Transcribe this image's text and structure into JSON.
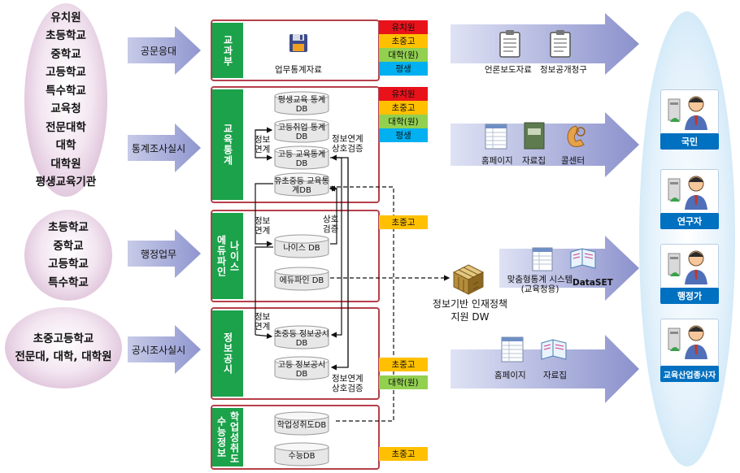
{
  "sources": {
    "group1": [
      "유치원",
      "초등학교",
      "중학교",
      "고등학교",
      "특수학교",
      "교육청",
      "전문대학",
      "대학",
      "대학원",
      "평생교육기관"
    ],
    "group2": [
      "초등학교",
      "중학교",
      "고등학교",
      "특수학교"
    ],
    "group3": [
      "초중고등학교",
      "전문대, 대학, 대학원"
    ]
  },
  "arrows": [
    "공문응대",
    "통계조사실시",
    "행정업무",
    "공시조사실시"
  ],
  "panels": {
    "moe": {
      "tab": "교과부",
      "item": "업무통계자료"
    },
    "edu_stats": {
      "tab": "교육통계",
      "dbs": [
        "평생교육 통계DB",
        "고등취업 통계DB",
        "고등 교육통계DB",
        "유초중등 교육통계DB"
      ],
      "link_left": "정보 연계",
      "link_right_top": "정보연계",
      "link_right_bottom": "상호검증"
    },
    "neis": {
      "tab_a": "에듀파인",
      "tab_b": "나이스",
      "dbs": [
        "나이스 DB",
        "에듀파인 DB"
      ],
      "link_left": "정보 연계",
      "link_right": "상호 검증"
    },
    "disclosure": {
      "tab": "정보공시",
      "dbs": [
        "초중등 정보공시DB",
        "고등 정보공시DB"
      ],
      "link_left": "정보 연계",
      "link_right_top": "정보연계",
      "link_right_bottom": "상호검증"
    },
    "csat": {
      "tab_a": "수능정보",
      "tab_b": "학업성취도",
      "dbs": [
        "학업성취도DB",
        "수능DB"
      ]
    }
  },
  "badges": {
    "b1": [
      "유치원",
      "초중고",
      "대학(원)",
      "평생"
    ],
    "b2": [
      "유치원",
      "초중고",
      "대학(원)",
      "평생"
    ],
    "b3": [
      "초중고"
    ],
    "b4": [
      "초중고",
      "대학(원)"
    ],
    "b5": [
      "초중고"
    ]
  },
  "colors": {
    "유치원": "#e8121b",
    "초중고": "#ffc000",
    "대학(원)": "#92d050",
    "평생": "#00b0f0"
  },
  "outputs": {
    "o1": [
      "언론보도자료",
      "정보공개청구"
    ],
    "o2": [
      "홈페이지",
      "자료집",
      "콜센터"
    ],
    "o3": [
      "맞춤형통계 시스템 (교육청용)",
      "DataSET"
    ],
    "o4": [
      "홈페이지",
      "자료집"
    ]
  },
  "dw": {
    "title": "정보기반 인재정책지원 DW"
  },
  "users": [
    "국민",
    "연구자",
    "행정가",
    "교육산업종사자"
  ],
  "icons": [
    "floppy-disk-icon",
    "clipboard-icon",
    "spreadsheet-icon",
    "book-icon",
    "phone-icon",
    "cube-icon",
    "user-icon"
  ]
}
